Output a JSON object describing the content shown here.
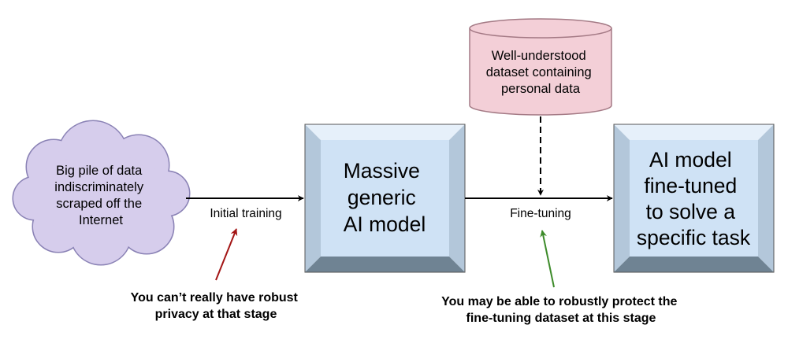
{
  "cloud": {
    "lines": [
      "Big pile of data",
      "indiscriminately",
      "scraped off the",
      "Internet"
    ]
  },
  "database": {
    "lines": [
      "Well-understood",
      "dataset containing",
      "personal data"
    ]
  },
  "generic_model": {
    "lines": [
      "Massive",
      "generic",
      "AI model"
    ]
  },
  "finetuned_model": {
    "lines": [
      "AI model",
      "fine-tuned",
      "to solve a",
      "specific task"
    ]
  },
  "edges": {
    "initial_training": "Initial training",
    "fine_tuning": "Fine-tuning"
  },
  "notes": {
    "privacy_warning": {
      "lines": [
        "You can’t really have robust",
        "privacy at that stage"
      ],
      "color": "#a31515"
    },
    "privacy_possible": {
      "lines": [
        "You may be able to robustly protect the",
        "fine-tuning dataset at this stage"
      ],
      "color": "#3d8b2a"
    }
  },
  "colors": {
    "cloud_fill": "#d6cdec",
    "cloud_stroke": "#8a82b5",
    "db_fill": "#f3cfd7",
    "db_stroke": "#a47a85",
    "box_fill": "#cfe2f5",
    "bevel_light": "#e6f0fa",
    "bevel_mid": "#b3c7da",
    "bevel_dark": "#6f8393"
  }
}
